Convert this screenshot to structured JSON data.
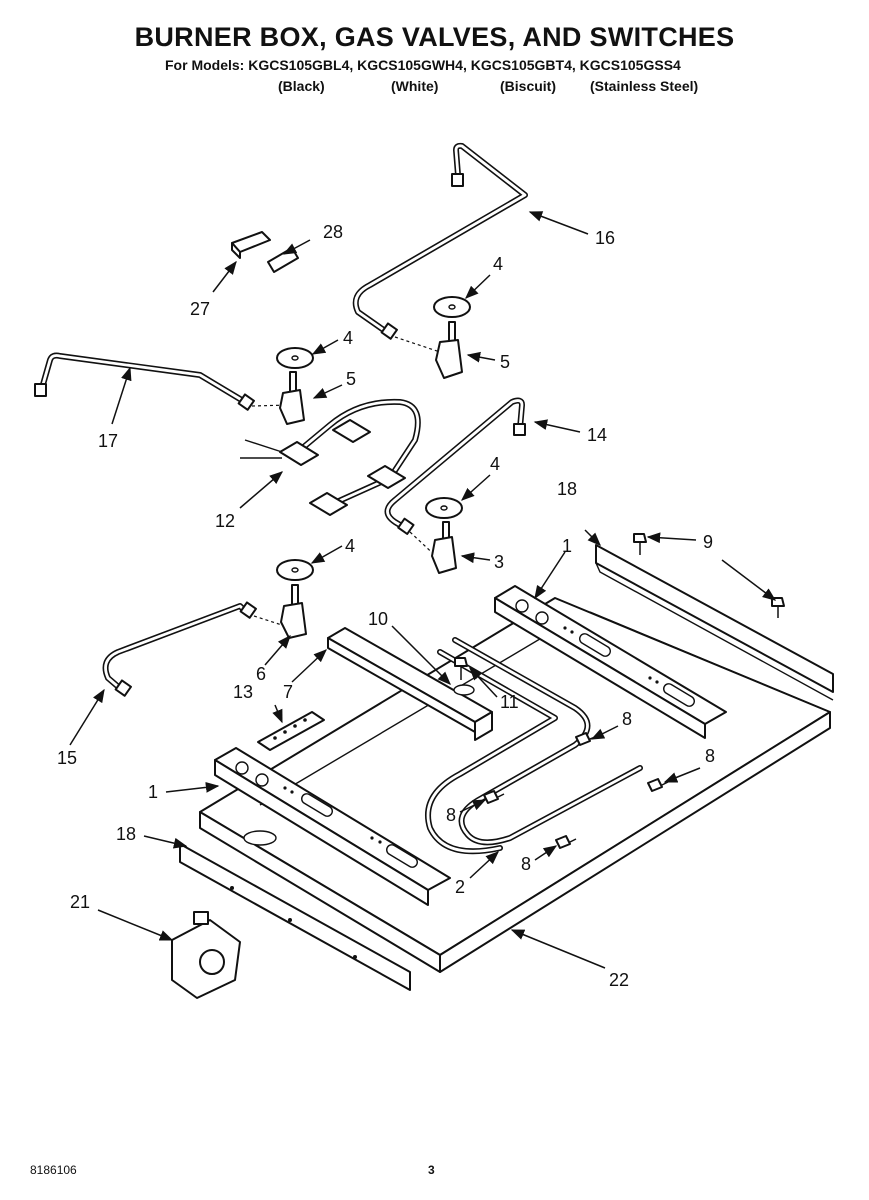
{
  "header": {
    "title": "BURNER BOX, GAS VALVES, AND SWITCHES",
    "models": "For Models: KGCS105GBL4, KGCS105GWH4, KGCS105GBT4, KGCS105GSS4",
    "finishes": [
      "(Black)",
      "(White)",
      "(Biscuit)",
      "(Stainless Steel)"
    ]
  },
  "callouts": {
    "c1a": "1",
    "c1b": "1",
    "c2": "2",
    "c3": "3",
    "c4a": "4",
    "c4b": "4",
    "c4c": "4",
    "c4d": "4",
    "c5a": "5",
    "c5b": "5",
    "c6": "6",
    "c7": "7",
    "c8a": "8",
    "c8b": "8",
    "c8c": "8",
    "c8d": "8",
    "c9": "9",
    "c10": "10",
    "c11": "11",
    "c12": "12",
    "c13": "13",
    "c14": "14",
    "c15": "15",
    "c16": "16",
    "c17": "17",
    "c18a": "18",
    "c18b": "18",
    "c21": "21",
    "c22": "22",
    "c27": "27",
    "c28": "28"
  },
  "footer": {
    "doc_number": "8186106",
    "page": "3"
  }
}
